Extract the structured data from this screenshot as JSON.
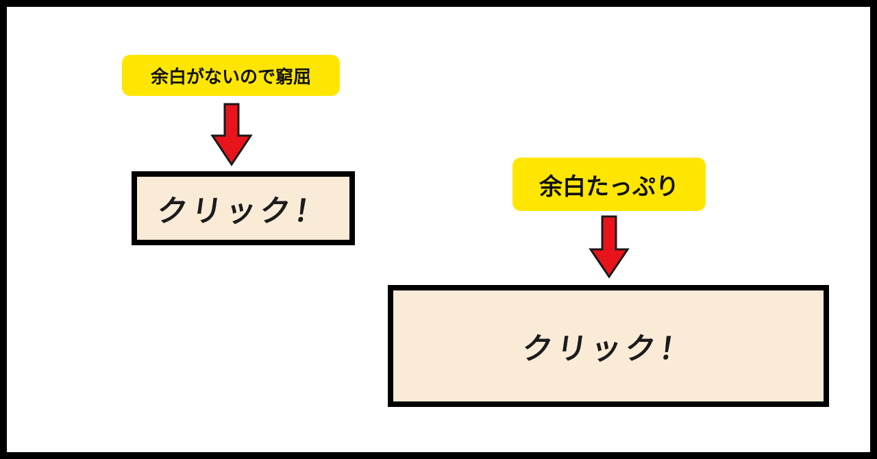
{
  "labels": {
    "tight": "余白がないので窮屈",
    "roomy": "余白たっぷり"
  },
  "buttons": {
    "tight": "クリック！",
    "roomy": "クリック！"
  },
  "colors": {
    "label_background": "#ffe600",
    "button_background": "#faebd7",
    "arrow": "#e8141c",
    "border": "#000000"
  },
  "icons": {
    "arrow": "down-arrow-icon"
  }
}
